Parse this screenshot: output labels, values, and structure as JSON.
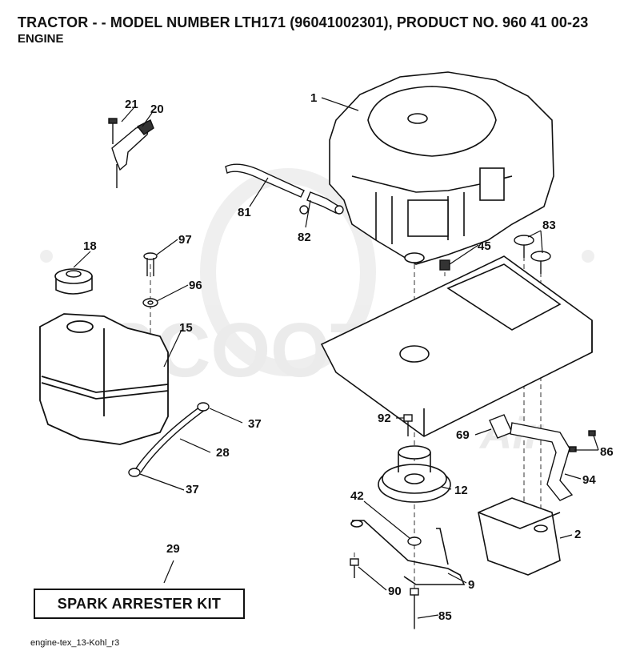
{
  "header": {
    "title": "TRACTOR - - MODEL NUMBER LTH171 (96041002301), PRODUCT NO. 960 41 00-23",
    "subtitle": "ENGINE"
  },
  "watermark": {
    "text": "SCOOTER",
    "script": "Air"
  },
  "kit": {
    "label": "SPARK ARRESTER KIT"
  },
  "footer": {
    "code": "engine-tex_13-Kohl_r3"
  },
  "callouts": [
    {
      "id": "1",
      "part": "engine"
    },
    {
      "id": "21",
      "part": "bolt"
    },
    {
      "id": "20",
      "part": "throttle-bracket"
    },
    {
      "id": "81",
      "part": "fuel-line"
    },
    {
      "id": "82",
      "part": "fuel-filter"
    },
    {
      "id": "83",
      "part": "knob"
    },
    {
      "id": "18",
      "part": "fuel-cap"
    },
    {
      "id": "97",
      "part": "bolt"
    },
    {
      "id": "96",
      "part": "washer"
    },
    {
      "id": "45",
      "part": "nut"
    },
    {
      "id": "15",
      "part": "fuel-tank"
    },
    {
      "id": "37",
      "part": "clamp"
    },
    {
      "id": "28",
      "part": "fuel-hose"
    },
    {
      "id": "37",
      "part": "clamp"
    },
    {
      "id": "92",
      "part": "bolt"
    },
    {
      "id": "69",
      "part": "gasket"
    },
    {
      "id": "86",
      "part": "screw"
    },
    {
      "id": "94",
      "part": "exhaust-pipe"
    },
    {
      "id": "12",
      "part": "pulley"
    },
    {
      "id": "42",
      "part": "washer"
    },
    {
      "id": "2",
      "part": "muffler"
    },
    {
      "id": "29",
      "part": "spark-arrester-kit"
    },
    {
      "id": "90",
      "part": "bolt"
    },
    {
      "id": "9",
      "part": "belt-guide"
    },
    {
      "id": "85",
      "part": "bolt"
    }
  ]
}
